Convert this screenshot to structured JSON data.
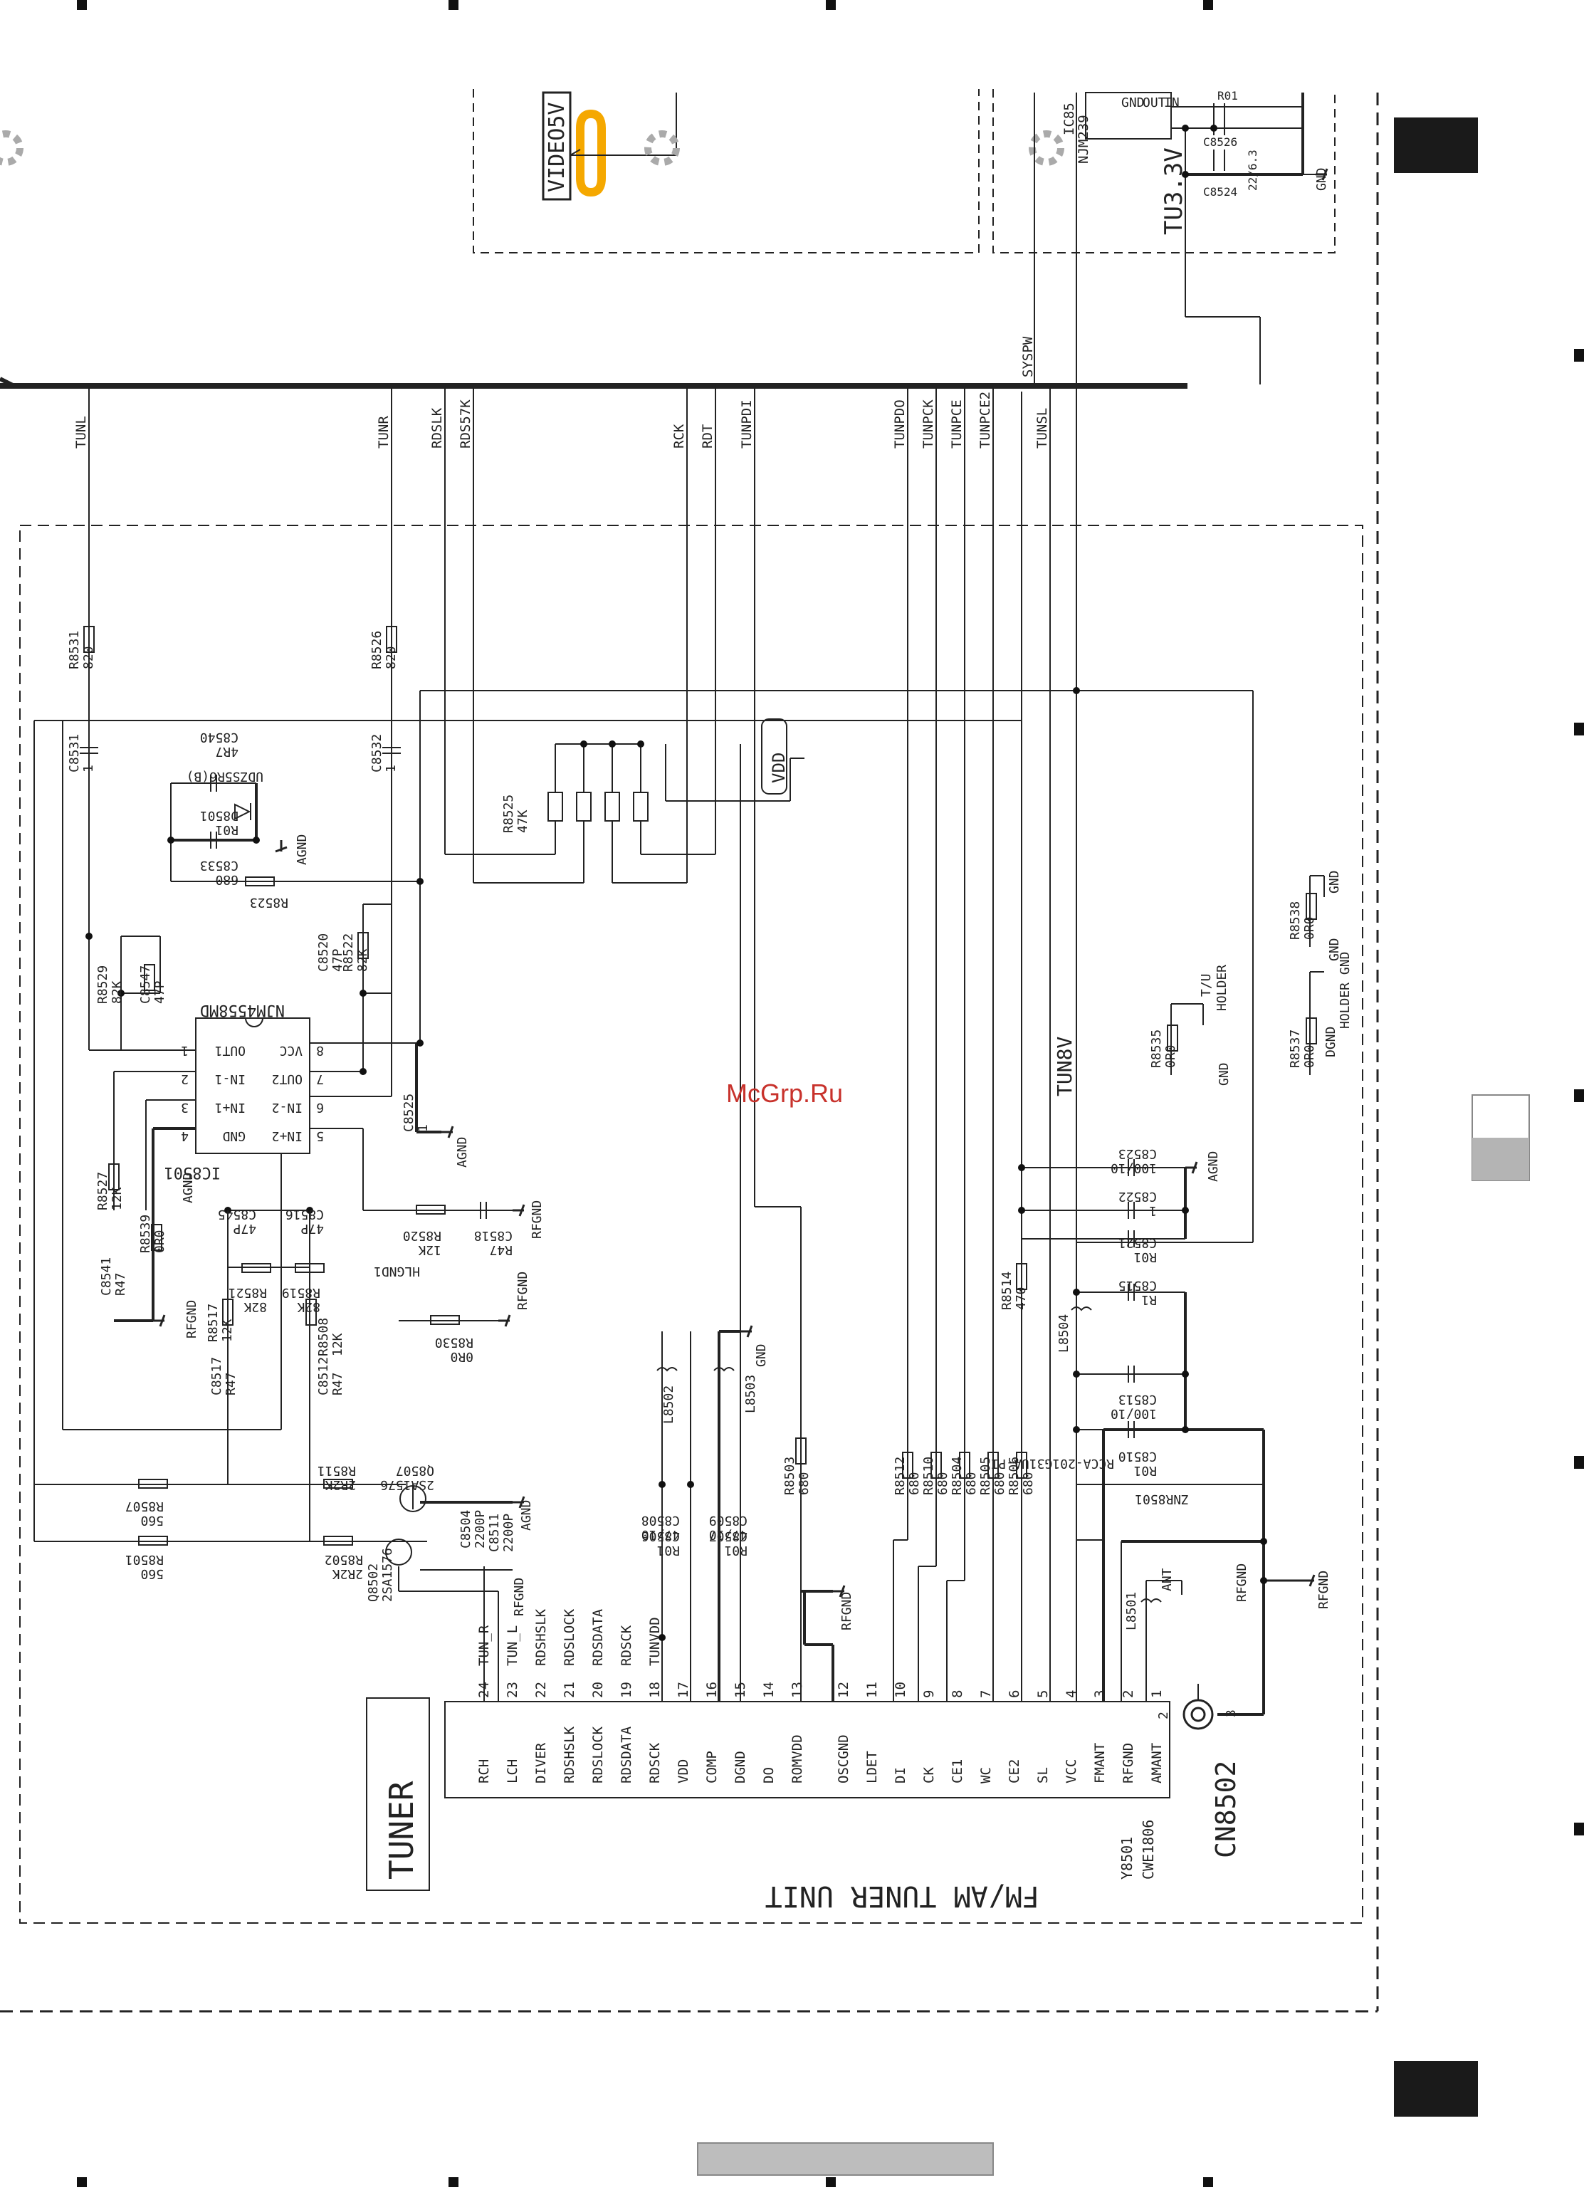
{
  "watermark": "McGrp.Ru",
  "unit": {
    "title": "FM/AM TUNER UNIT",
    "tuner_label": "TUNER",
    "module_ref": "Y8501",
    "module_part": "CWE1806",
    "connector": "CN8502"
  },
  "top": {
    "video": "VIDEO5V",
    "tu33": "TU3.3V",
    "syspw": "SYSPW",
    "reg_ic": "IC85",
    "reg_part": "NJM239",
    "reg_pins": [
      "GND",
      "OUT",
      "IN"
    ],
    "reg_caps": [
      "R01",
      "C8526",
      "C8524",
      "22/6.3",
      "GND"
    ]
  },
  "bus": [
    "TUNL",
    "TUNR",
    "RDSLK",
    "RDS57K",
    "RCK",
    "RDT",
    "TUNPDI",
    "TUNPDO",
    "TUNPCK",
    "TUNPCE",
    "TUNPCE2",
    "TUNSL"
  ],
  "tuner_pins": [
    {
      "n": "24",
      "name": "RCH",
      "net": "TUN_R"
    },
    {
      "n": "23",
      "name": "LCH",
      "net": "TUN_L"
    },
    {
      "n": "22",
      "name": "DIVER",
      "net": "RDSHSLK"
    },
    {
      "n": "21",
      "name": "RDSHSLK",
      "net": "RDSLOCK"
    },
    {
      "n": "20",
      "name": "RDSLOCK",
      "net": "RDSDATA"
    },
    {
      "n": "19",
      "name": "RDSDATA",
      "net": "RDSCK"
    },
    {
      "n": "18",
      "name": "RDSCK",
      "net": "TUNVDD"
    },
    {
      "n": "17",
      "name": "VDD",
      "net": ""
    },
    {
      "n": "16",
      "name": "COMP",
      "net": ""
    },
    {
      "n": "15",
      "name": "DGND",
      "net": ""
    },
    {
      "n": "14",
      "name": "DO",
      "net": ""
    },
    {
      "n": "13",
      "name": "ROMVDD",
      "net": ""
    },
    {
      "n": "12",
      "name": "OSCGND",
      "net": ""
    },
    {
      "n": "11",
      "name": "LDET",
      "net": ""
    },
    {
      "n": "10",
      "name": "DI",
      "net": ""
    },
    {
      "n": "9",
      "name": "CK",
      "net": ""
    },
    {
      "n": "8",
      "name": "CE1",
      "net": ""
    },
    {
      "n": "7",
      "name": "WC",
      "net": ""
    },
    {
      "n": "6",
      "name": "CE2",
      "net": ""
    },
    {
      "n": "5",
      "name": "SL",
      "net": ""
    },
    {
      "n": "4",
      "name": "VCC",
      "net": ""
    },
    {
      "n": "3",
      "name": "FMANT",
      "net": ""
    },
    {
      "n": "2",
      "name": "RFGND",
      "net": ""
    },
    {
      "n": "1",
      "name": "AMANT",
      "net": ""
    }
  ],
  "ic8501": {
    "ref": "IC8501",
    "part": "NJM4558MD",
    "pins_left": [
      {
        "n": "1",
        "name": "OUT1"
      },
      {
        "n": "2",
        "name": "IN-1"
      },
      {
        "n": "3",
        "name": "IN+1"
      },
      {
        "n": "4",
        "name": "GND"
      }
    ],
    "pins_right": [
      {
        "n": "8",
        "name": "VCC"
      },
      {
        "n": "7",
        "name": "OUT2"
      },
      {
        "n": "6",
        "name": "IN-2"
      },
      {
        "n": "5",
        "name": "IN+2"
      }
    ]
  },
  "labels": {
    "tun8v": "TUN8V",
    "vdd": "VDD",
    "agnd": "AGND",
    "rfgnd": "RFGND",
    "gnd": "GND",
    "dgnd": "DGND",
    "hlgnd": "HLGND1",
    "ant": "ANT",
    "holder": "HOLDER",
    "tu": "T/U",
    "holder_gnd": "HOLDER GND",
    "rcca": "RCCA-201G31UA-PI",
    "znr": "ZNR8501"
  },
  "components": [
    {
      "ref": "R8531",
      "val": "820"
    },
    {
      "ref": "R8526",
      "val": "820"
    },
    {
      "ref": "C8531",
      "val": "1"
    },
    {
      "ref": "C8532",
      "val": "1"
    },
    {
      "ref": "C8540",
      "val": "4R7"
    },
    {
      "ref": "UDZS5R6(B)",
      "val": ""
    },
    {
      "ref": "D8501",
      "val": "R01"
    },
    {
      "ref": "C8533",
      "val": "680"
    },
    {
      "ref": "R8523",
      "val": ""
    },
    {
      "ref": "R8525",
      "val": "47K"
    },
    {
      "ref": "R8529",
      "val": "82K"
    },
    {
      "ref": "C8547",
      "val": "47P"
    },
    {
      "ref": "C8520",
      "val": "47P"
    },
    {
      "ref": "R8522",
      "val": "82K"
    },
    {
      "ref": "C8525",
      "val": "1"
    },
    {
      "ref": "R8527",
      "val": "12K"
    },
    {
      "ref": "R8539",
      "val": "0R0"
    },
    {
      "ref": "C8541",
      "val": "R47"
    },
    {
      "ref": "C8545",
      "val": "47P"
    },
    {
      "ref": "C8516",
      "val": "47P"
    },
    {
      "ref": "R8521",
      "val": "82K"
    },
    {
      "ref": "R8519",
      "val": "82K"
    },
    {
      "ref": "R8517",
      "val": "12K"
    },
    {
      "ref": "R8508",
      "val": "12K"
    },
    {
      "ref": "C8517",
      "val": "R47"
    },
    {
      "ref": "C8512",
      "val": "R47"
    },
    {
      "ref": "R8520",
      "val": "12K"
    },
    {
      "ref": "C8518",
      "val": "R47"
    },
    {
      "ref": "R8530",
      "val": "0R0"
    },
    {
      "ref": "R8507",
      "val": "560"
    },
    {
      "ref": "R8501",
      "val": "560"
    },
    {
      "ref": "R8511",
      "val": "2R2K"
    },
    {
      "ref": "R8502",
      "val": "2R2K"
    },
    {
      "ref": "Q8507",
      "val": "2SA1576"
    },
    {
      "ref": "Q8502",
      "val": "2SA1576"
    },
    {
      "ref": "C8504",
      "val": "2200P"
    },
    {
      "ref": "C8511",
      "val": "2200P"
    },
    {
      "ref": "L8502",
      "val": ""
    },
    {
      "ref": "L8503",
      "val": ""
    },
    {
      "ref": "C8508",
      "val": "47/10"
    },
    {
      "ref": "C8506",
      "val": "R01"
    },
    {
      "ref": "C8509",
      "val": "47/10"
    },
    {
      "ref": "C8507",
      "val": "R01"
    },
    {
      "ref": "R8503",
      "val": "680"
    },
    {
      "ref": "R8512",
      "val": "680"
    },
    {
      "ref": "R8510",
      "val": "680"
    },
    {
      "ref": "R8504",
      "val": "680"
    },
    {
      "ref": "R8505",
      "val": "680"
    },
    {
      "ref": "R8506",
      "val": "680"
    },
    {
      "ref": "R8514",
      "val": "470"
    },
    {
      "ref": "L8504",
      "val": ""
    },
    {
      "ref": "C8515",
      "val": "R1"
    },
    {
      "ref": "C8513",
      "val": "100/10"
    },
    {
      "ref": "C8510",
      "val": "R01"
    },
    {
      "ref": "C8523",
      "val": "100/10"
    },
    {
      "ref": "C8522",
      "val": "1"
    },
    {
      "ref": "C8521",
      "val": "R01"
    },
    {
      "ref": "L8501",
      "val": ""
    },
    {
      "ref": "R8535",
      "val": "0R0"
    },
    {
      "ref": "R8537",
      "val": "0R0"
    },
    {
      "ref": "R8538",
      "val": "0R0"
    }
  ]
}
